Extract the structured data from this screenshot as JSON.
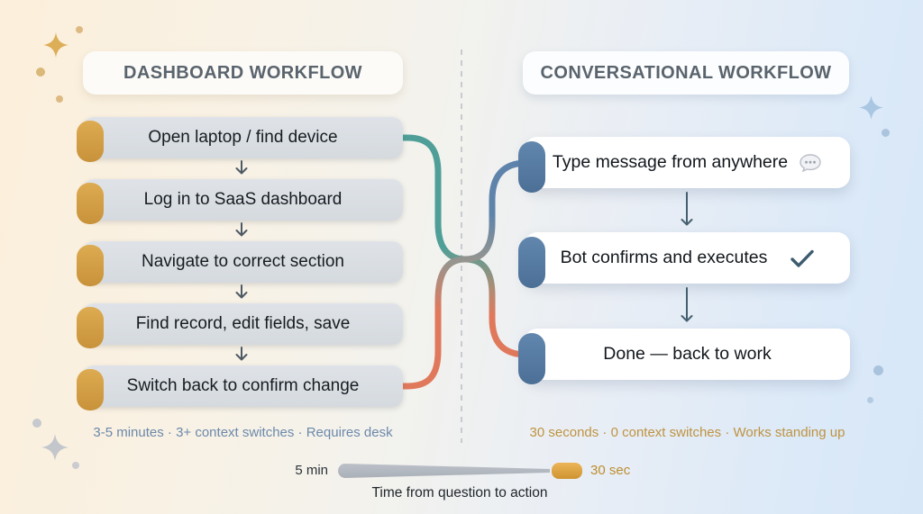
{
  "left_column": {
    "header": "DASHBOARD WORKFLOW",
    "steps": [
      "Open laptop / find device",
      "Log in to SaaS dashboard",
      "Navigate to correct section",
      "Find record, edit fields, save",
      "Switch back to confirm change"
    ],
    "footer": "3-5 minutes · 3+ context switches · Requires desk"
  },
  "right_column": {
    "header": "CONVERSATIONAL WORKFLOW",
    "steps": [
      {
        "label": "Type message from anywhere",
        "icon": "speech-bubble-icon"
      },
      {
        "label": "Bot confirms and executes",
        "icon": "checkmark-icon"
      },
      {
        "label": "Done — back to work",
        "icon": ""
      }
    ],
    "footer": "30 seconds · 0 context switches · Works standing up"
  },
  "timeline": {
    "start_label": "5 min",
    "end_label": "30 sec",
    "caption": "Time from question to action"
  },
  "colors": {
    "teal_connector": "#4f9f98",
    "orange_connector": "#e0795c",
    "blue_connector": "#5e84ac",
    "gold_accent": "#d8a64b",
    "blue_accent": "#5d82aa",
    "left_footer_text": "#6c89ab",
    "right_footer_text": "#bf9340",
    "timeline_gold": "#d99b35"
  }
}
